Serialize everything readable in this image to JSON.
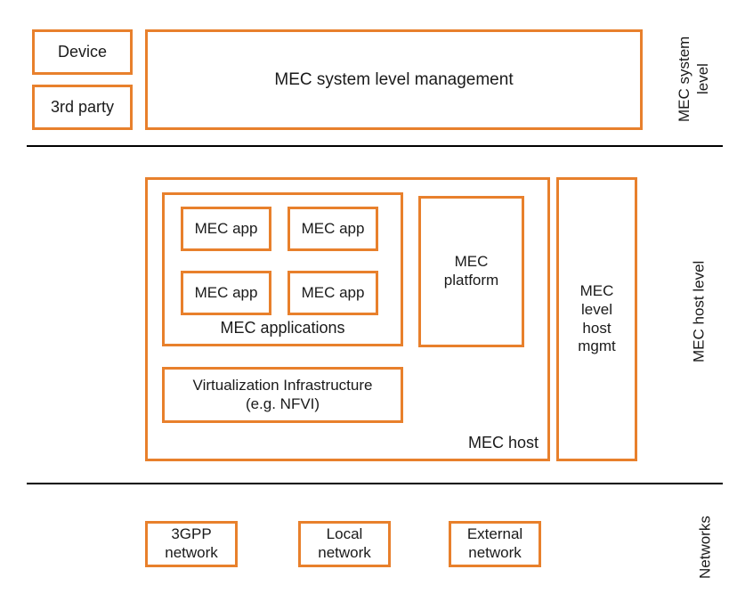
{
  "diagram": {
    "title": "MEC reference architecture layers",
    "accent_color": "#E8802C",
    "divider_color": "#000000",
    "background_color": "#FFFFFF"
  },
  "system_level": {
    "tier_label": "MEC system\nlevel",
    "device_box": "Device",
    "third_party_box": "3rd party",
    "system_management_box": "MEC system level management"
  },
  "host_level": {
    "tier_label": "MEC host level",
    "mec_host_box": "MEC host",
    "mec_applications_box": "MEC applications",
    "apps": [
      {
        "label": "MEC app"
      },
      {
        "label": "MEC app"
      },
      {
        "label": "MEC app"
      },
      {
        "label": "MEC app"
      }
    ],
    "virtualization_box": "Virtualization Infrastructure\n(e.g. NFVI)",
    "mec_platform_box": "MEC\nplatform",
    "host_mgmt_box": "MEC\nlevel\nhost\nmgmt"
  },
  "networks": {
    "tier_label": "Networks",
    "items": [
      {
        "label": "3GPP\nnetwork"
      },
      {
        "label": "Local\nnetwork"
      },
      {
        "label": "External\nnetwork"
      }
    ]
  }
}
